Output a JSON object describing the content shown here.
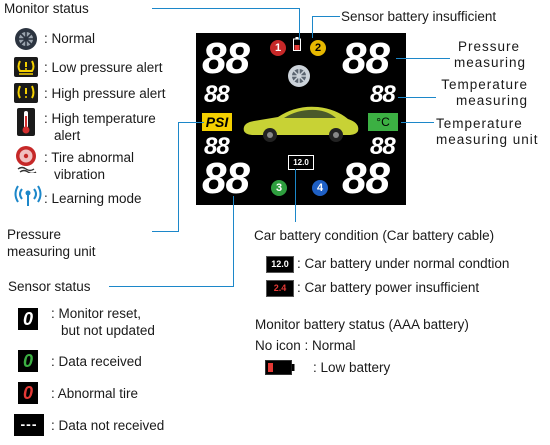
{
  "monitor_status": {
    "heading": "Monitor status",
    "items": [
      {
        "icon": "tire-icon",
        "label": ": Normal"
      },
      {
        "icon": "low-pressure-icon",
        "label": ": Low pressure alert"
      },
      {
        "icon": "high-pressure-icon",
        "label": ": High pressure alert"
      },
      {
        "icon": "high-temperature-icon",
        "label_line1": ": High  temperature",
        "label_line2": "alert"
      },
      {
        "icon": "tire-vibration-icon",
        "label_line1": ": Tire abnormal",
        "label_line2": "vibration"
      },
      {
        "icon": "learning-mode-icon",
        "label": ": Learning  mode"
      }
    ]
  },
  "pressure_unit_label": {
    "line1": "Pressure",
    "line2": "measuring  unit"
  },
  "sensor_status": {
    "heading": "Sensor status",
    "items": [
      {
        "icon": "digit-white",
        "glyph": "0",
        "label_line1": ": Monitor     reset,",
        "label_line2": "but not updated"
      },
      {
        "icon": "digit-green",
        "glyph": "0",
        "label": ": Data  received"
      },
      {
        "icon": "digit-red",
        "glyph": "0",
        "label": ": Abnormal  tire"
      },
      {
        "icon": "dash-box",
        "glyph": "---",
        "label": ": Data not received"
      }
    ]
  },
  "display": {
    "big_digits": "88",
    "small_digits": "88",
    "unit_psi": "PSI",
    "unit_celsius": "°C",
    "battery_voltage": "12.0",
    "sensor_numbers": [
      "1",
      "2",
      "3",
      "4"
    ]
  },
  "right_labels": {
    "sensor_battery": "Sensor battery insufficient",
    "pressure_line1": "Pressure",
    "pressure_line2": "measuring",
    "temperature_line1": "Temperature",
    "temperature_line2": "measuring",
    "temp_unit_line1": "Temperature",
    "temp_unit_line2": "measuring unit"
  },
  "car_battery": {
    "heading": "Car battery condition (Car battery cable)",
    "normal_value": "12.0",
    "normal_label": ": Car battery under normal condtion",
    "low_value": "2.4",
    "low_label": ": Car battery power insufficient"
  },
  "monitor_battery": {
    "heading": "Monitor battery status (AAA battery)",
    "no_icon_label": "No icon : Normal",
    "low_label": ": Low battery"
  },
  "colors": {
    "leader": "#1c87c9",
    "badge1": "#c62828",
    "badge2": "#e6b800",
    "badge3": "#2e9e3e",
    "badge4": "#1e5fc4",
    "psi_bg": "#f4d000",
    "celsius_bg": "#3cb043",
    "car": "#c8d235"
  }
}
